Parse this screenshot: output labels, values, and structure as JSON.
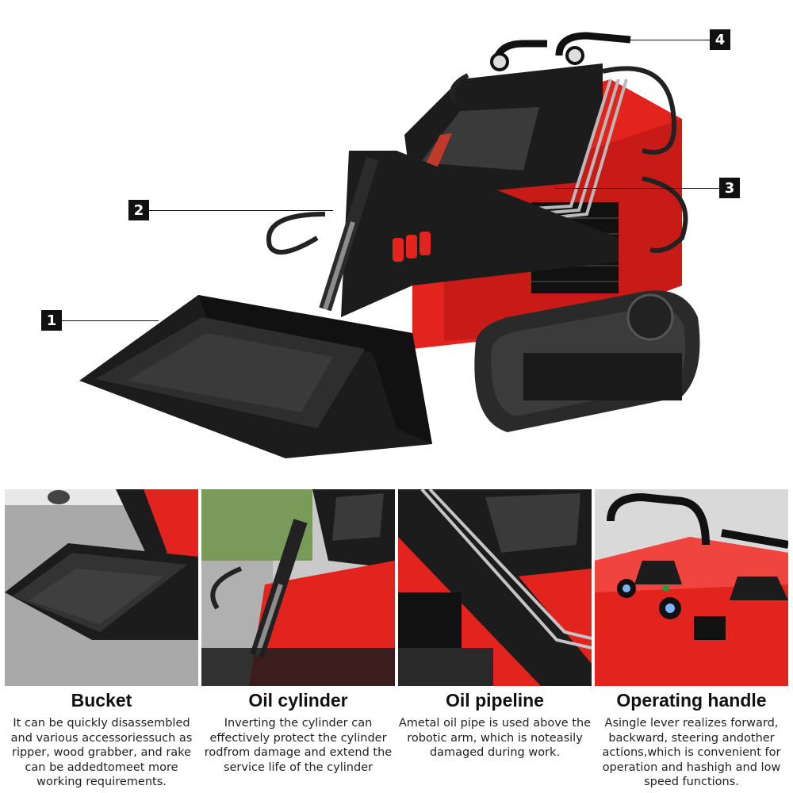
{
  "callouts": [
    {
      "number": "1"
    },
    {
      "number": "2"
    },
    {
      "number": "3"
    },
    {
      "number": "4"
    }
  ],
  "features": [
    {
      "title": "Bucket",
      "description": "It can be quickly disassembled and various accessoriessuch as ripper, wood grabber, and rake can be addedtomeet more working requirements."
    },
    {
      "title": "Oil cylinder",
      "description": "Inverting the cylinder can effectively protect the cylinder rodfrom damage and extend the service life of the cylinder"
    },
    {
      "title": "Oil pipeline",
      "description": "Ametal oil pipe is used above the robotic arm, which is noteasily damaged during work."
    },
    {
      "title": "Operating handle",
      "description": "Asingle lever realizes forward, backward, steering andother actions,which is convenient for operation and hashigh and low speed functions."
    }
  ],
  "colors": {
    "body_red": "#e3231e",
    "steel_black": "#1c1c1c",
    "track_black": "#2a2a2a"
  }
}
